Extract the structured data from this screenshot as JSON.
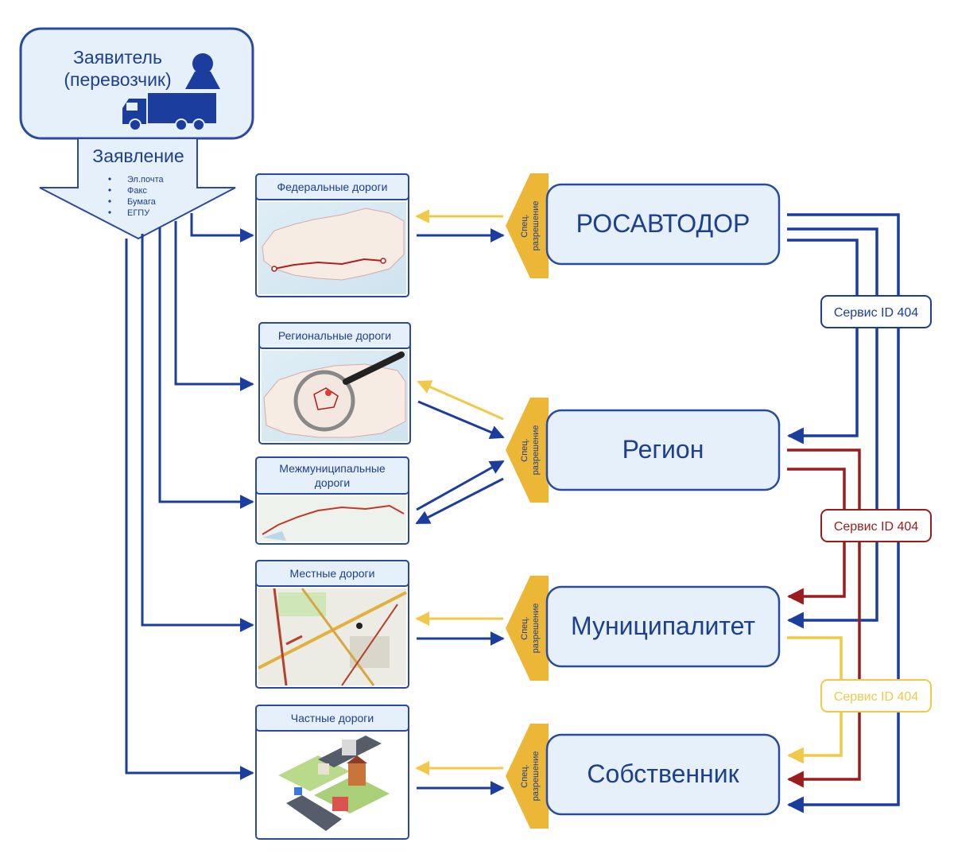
{
  "applicant": {
    "title_line1": "Заявитель",
    "title_line2": "(перевозчик)"
  },
  "application": {
    "title": "Заявление",
    "channels": [
      "Эл.почта",
      "Факс",
      "Бумага",
      "ЕГПУ"
    ]
  },
  "road_types": [
    {
      "title_lines": [
        "Федеральные дороги"
      ]
    },
    {
      "title_lines": [
        "Региональные дороги"
      ]
    },
    {
      "title_lines": [
        "Межмуниципальные",
        "дороги"
      ]
    },
    {
      "title_lines": [
        "Местные дороги"
      ]
    },
    {
      "title_lines": [
        "Частные дороги"
      ]
    }
  ],
  "permit_tab_lines": [
    "Спец.",
    "разрешение"
  ],
  "authorities": [
    {
      "name": "РОСАВТОДОР"
    },
    {
      "name": "Регион"
    },
    {
      "name": "Муниципалитет"
    },
    {
      "name": "Собственник"
    }
  ],
  "services": [
    {
      "label": "Сервис ID 404",
      "color": "#1a3d9e"
    },
    {
      "label": "Сервис ID 404",
      "color": "#9b1c1c"
    },
    {
      "label": "Сервис ID 404",
      "color": "#f0c84a"
    }
  ],
  "colors": {
    "blue": "#1a3d9e",
    "dark_blue_text": "#1c3f8f",
    "box_fill": "#e6f0fb",
    "box_border": "#2a4aa0",
    "yellow": "#f0c84a",
    "permit_tab": "#ecb636",
    "red": "#9b1c1c"
  },
  "icons": [
    "person-icon",
    "truck-icon",
    "arrow-icon"
  ]
}
